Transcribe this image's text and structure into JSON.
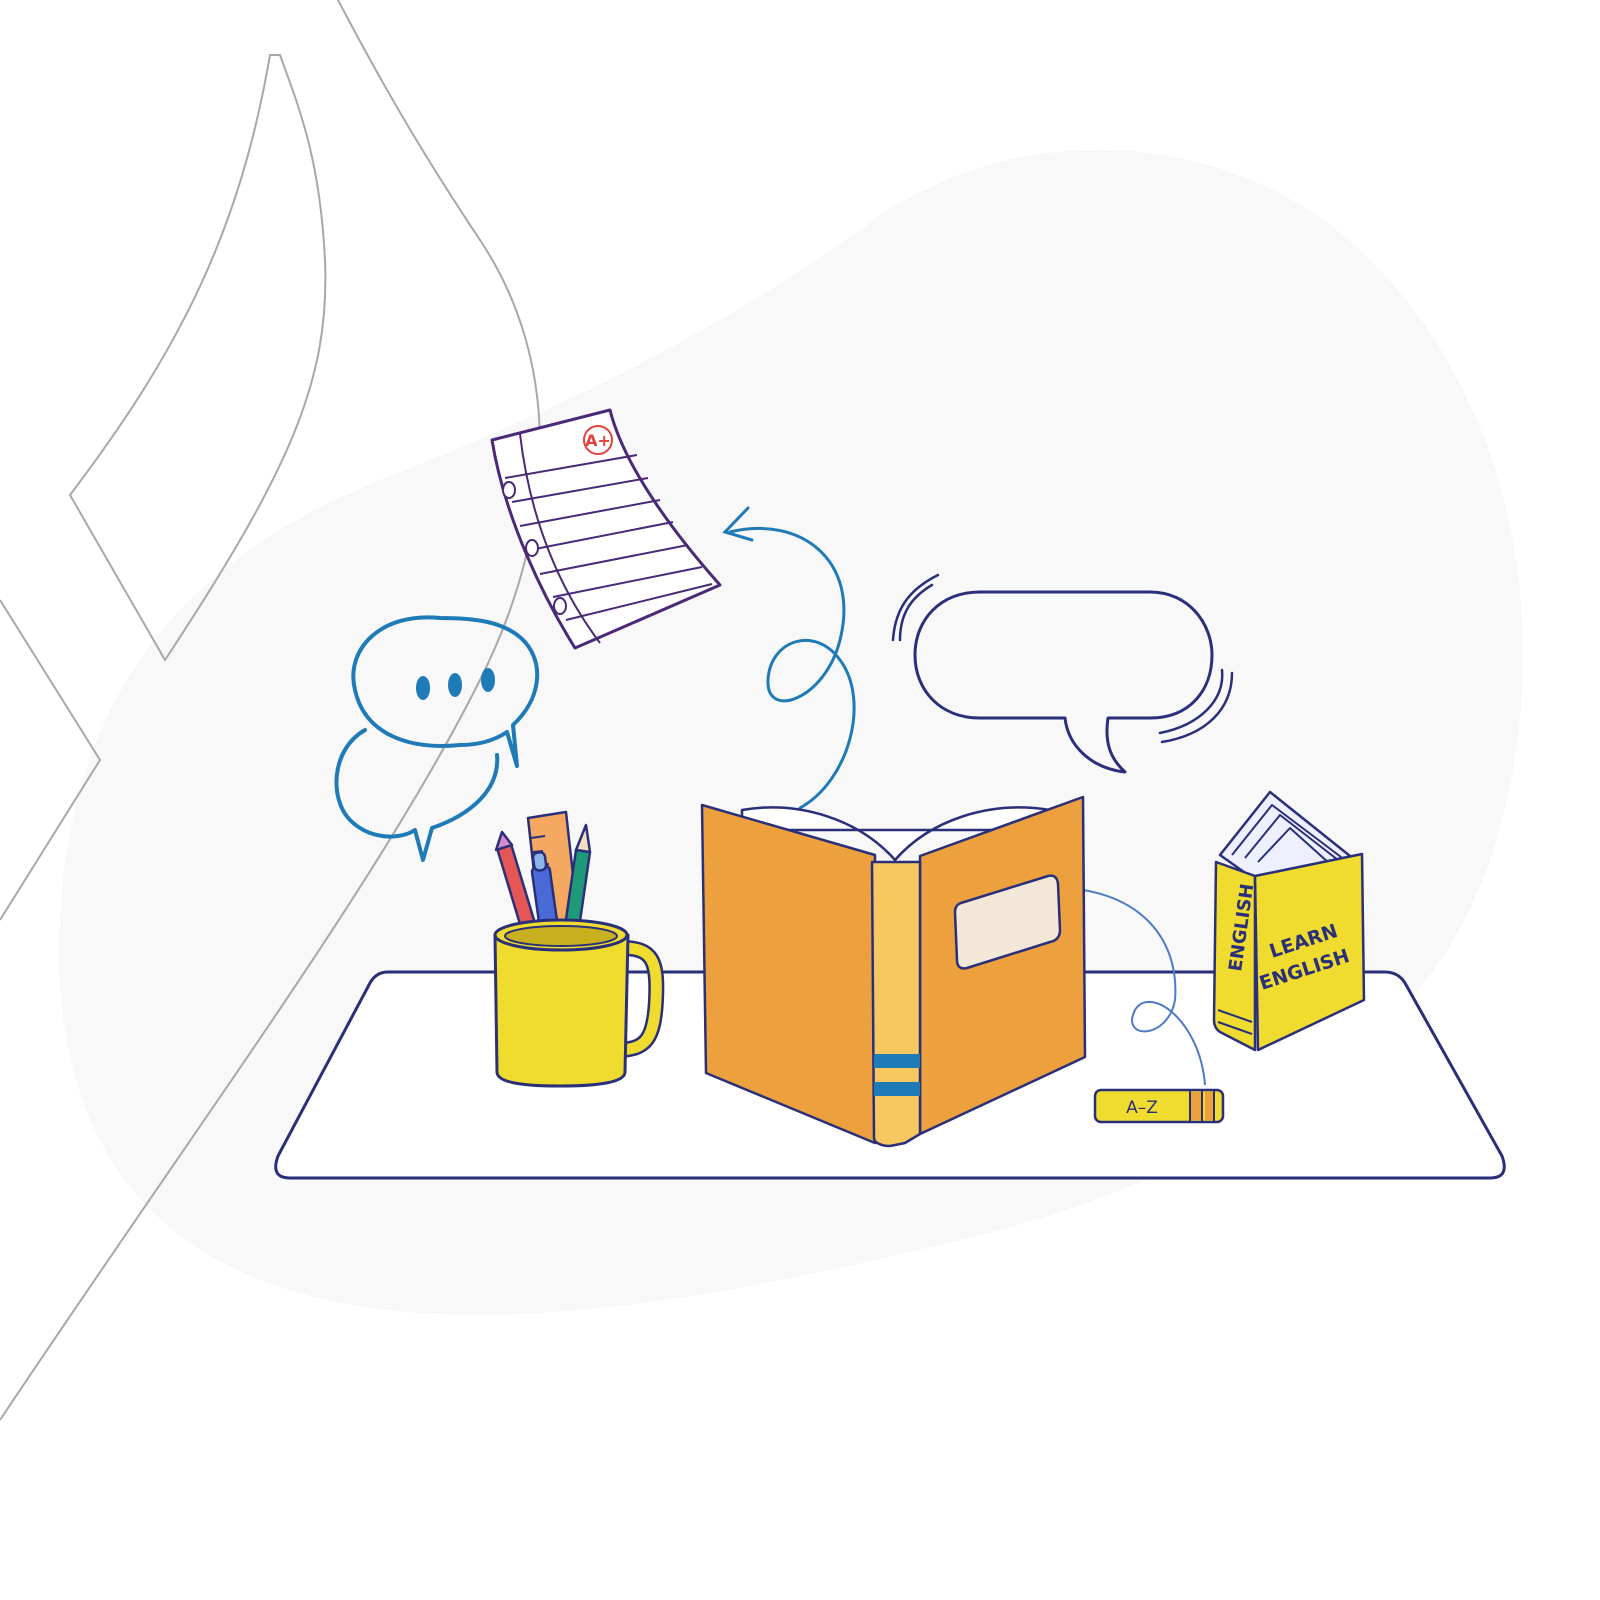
{
  "colors": {
    "background": "#ffffff",
    "blob": "#f8f8f8",
    "outline_gray": "#a8a8a8",
    "navy": "#2a2f7a",
    "purple": "#4a2a78",
    "blue": "#1f7ab8",
    "orange": "#eca03e",
    "orange_spine": "#f8c860",
    "yellow": "#f0dc2e",
    "label_cream": "#f3e8d8",
    "red": "#e0433a"
  },
  "paper": {
    "grade": "A+"
  },
  "small_book": {
    "label": "A–Z"
  },
  "english_book": {
    "spine_text": "ENGLISH",
    "cover_line1": "LEARN",
    "cover_line2": "ENGLISH"
  },
  "icons": [
    "paper-grade-icon",
    "chat-bubbles-icon",
    "speech-bubble-icon",
    "pencil-cup-icon",
    "open-book-icon",
    "english-book-icon",
    "small-book-icon",
    "curly-arrow-icon"
  ]
}
